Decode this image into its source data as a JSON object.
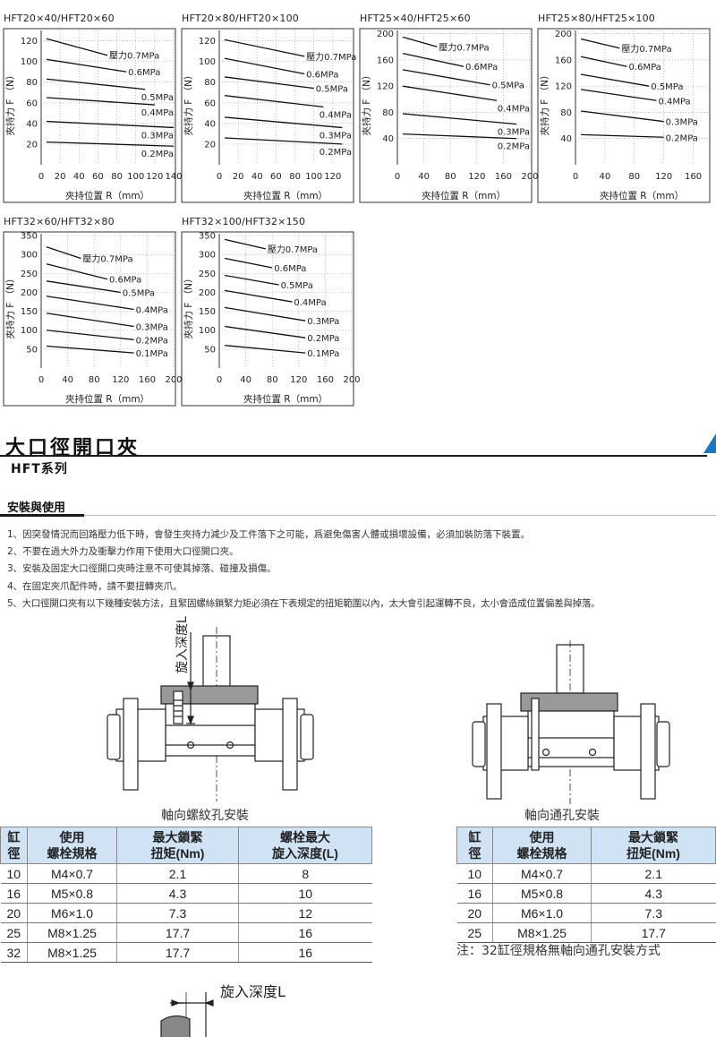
{
  "chart_data": [
    {
      "title": "HFT20×40/HFT20×60",
      "type": "line",
      "xlabel": "夾持位置 R（mm）",
      "ylabel": "夾持力 F （N）",
      "xticks": [
        0,
        20,
        40,
        60,
        80,
        100,
        120,
        140
      ],
      "yticks": [
        20,
        40,
        60,
        80,
        100,
        120
      ],
      "xlim": [
        0,
        140
      ],
      "ylim": [
        0,
        130
      ],
      "series": [
        {
          "name": "壓力0.7MPa",
          "x": [
            0,
            70
          ],
          "y": [
            122,
            106
          ]
        },
        {
          "name": "0.6MPa",
          "x": [
            0,
            90
          ],
          "y": [
            102,
            90
          ]
        },
        {
          "name": "0.5MPa",
          "x": [
            0,
            110
          ],
          "y": [
            83,
            73
          ]
        },
        {
          "name": "0.4MPa",
          "x": [
            0,
            120
          ],
          "y": [
            65,
            58
          ]
        },
        {
          "name": "0.3MPa",
          "x": [
            0,
            140
          ],
          "y": [
            42,
            36
          ]
        },
        {
          "name": "0.2MPa",
          "x": [
            0,
            140
          ],
          "y": [
            22,
            18
          ]
        }
      ]
    },
    {
      "title": "HFT20×80/HFT20×100",
      "type": "line",
      "xlabel": "夾持位置 R（mm）",
      "ylabel": "夾持力 F （N）",
      "xticks": [
        0,
        20,
        40,
        60,
        80,
        100,
        120
      ],
      "yticks": [
        20,
        40,
        60,
        80,
        100,
        120
      ],
      "xlim": [
        0,
        140
      ],
      "ylim": [
        0,
        130
      ],
      "series": [
        {
          "name": "壓力0.7MPa",
          "x": [
            0,
            90
          ],
          "y": [
            121,
            105
          ]
        },
        {
          "name": "0.6MPa",
          "x": [
            0,
            90
          ],
          "y": [
            103,
            88
          ]
        },
        {
          "name": "0.5MPa",
          "x": [
            0,
            100
          ],
          "y": [
            85,
            74
          ]
        },
        {
          "name": "0.4MPa",
          "x": [
            0,
            110
          ],
          "y": [
            67,
            56
          ]
        },
        {
          "name": "0.3MPa",
          "x": [
            0,
            130
          ],
          "y": [
            46,
            36
          ]
        },
        {
          "name": "0.2MPa",
          "x": [
            0,
            130
          ],
          "y": [
            26,
            20
          ]
        }
      ]
    },
    {
      "title": "HFT25×40/HFT25×60",
      "type": "line",
      "xlabel": "夾持位置 R（mm）",
      "ylabel": "夾持力 F （N）",
      "xticks": [
        0,
        40,
        80,
        120,
        160,
        200
      ],
      "yticks": [
        40,
        80,
        120,
        160,
        200
      ],
      "xlim": [
        0,
        200
      ],
      "ylim": [
        0,
        205
      ],
      "series": [
        {
          "name": "壓力0.7MPa",
          "x": [
            0,
            60
          ],
          "y": [
            195,
            180
          ]
        },
        {
          "name": "0.6MPa",
          "x": [
            0,
            100
          ],
          "y": [
            170,
            150
          ]
        },
        {
          "name": "0.5MPa",
          "x": [
            0,
            140
          ],
          "y": [
            145,
            122
          ]
        },
        {
          "name": "0.4MPa",
          "x": [
            0,
            150
          ],
          "y": [
            120,
            98
          ]
        },
        {
          "name": "0.3MPa",
          "x": [
            0,
            180
          ],
          "y": [
            78,
            62
          ]
        },
        {
          "name": "0.2MPa",
          "x": [
            0,
            180
          ],
          "y": [
            47,
            40
          ]
        }
      ]
    },
    {
      "title": "HFT25×80/HFT25×100",
      "type": "line",
      "xlabel": "夾持位置 R（mm）",
      "ylabel": "夾持力 F （N）",
      "xticks": [
        0,
        40,
        80,
        120,
        160
      ],
      "yticks": [
        40,
        80,
        120,
        160,
        200
      ],
      "xlim": [
        0,
        180
      ],
      "ylim": [
        0,
        205
      ],
      "series": [
        {
          "name": "壓力0.7MPa",
          "x": [
            0,
            60
          ],
          "y": [
            192,
            178
          ]
        },
        {
          "name": "0.6MPa",
          "x": [
            0,
            70
          ],
          "y": [
            165,
            150
          ]
        },
        {
          "name": "0.5MPa",
          "x": [
            0,
            100
          ],
          "y": [
            138,
            120
          ]
        },
        {
          "name": "0.4MPa",
          "x": [
            0,
            110
          ],
          "y": [
            115,
            98
          ]
        },
        {
          "name": "0.3MPa",
          "x": [
            0,
            120
          ],
          "y": [
            82,
            66
          ]
        },
        {
          "name": "0.2MPa",
          "x": [
            0,
            120
          ],
          "y": [
            46,
            42
          ]
        }
      ]
    },
    {
      "title": "HFT32×60/HFT32×80",
      "type": "line",
      "xlabel": "夾持位置 R（mm）",
      "ylabel": "夾持力 F （N）",
      "xticks": [
        0,
        40,
        80,
        120,
        160,
        200
      ],
      "yticks": [
        50,
        100,
        150,
        200,
        250,
        300,
        350
      ],
      "xlim": [
        0,
        200
      ],
      "ylim": [
        0,
        355
      ],
      "series": [
        {
          "name": "壓力0.7MPa",
          "x": [
            0,
            60
          ],
          "y": [
            320,
            290
          ]
        },
        {
          "name": "0.6MPa",
          "x": [
            0,
            100
          ],
          "y": [
            275,
            235
          ]
        },
        {
          "name": "0.5MPa",
          "x": [
            0,
            120
          ],
          "y": [
            230,
            200
          ]
        },
        {
          "name": "0.4MPa",
          "x": [
            0,
            140
          ],
          "y": [
            190,
            155
          ]
        },
        {
          "name": "0.3MPa",
          "x": [
            0,
            140
          ],
          "y": [
            145,
            110
          ]
        },
        {
          "name": "0.2MPa",
          "x": [
            0,
            140
          ],
          "y": [
            100,
            75
          ]
        },
        {
          "name": "0.1MPa",
          "x": [
            0,
            140
          ],
          "y": [
            58,
            40
          ]
        }
      ]
    },
    {
      "title": "HFT32×100/HFT32×150",
      "type": "line",
      "xlabel": "夾持位置 R（mm）",
      "ylabel": "夾持力 F （N）",
      "xticks": [
        0,
        40,
        80,
        120,
        160,
        200
      ],
      "yticks": [
        50,
        100,
        150,
        200,
        250,
        300,
        350
      ],
      "xlim": [
        0,
        200
      ],
      "ylim": [
        0,
        355
      ],
      "series": [
        {
          "name": "壓力0.7MPa",
          "x": [
            0,
            70
          ],
          "y": [
            340,
            315
          ]
        },
        {
          "name": "0.6MPa",
          "x": [
            0,
            80
          ],
          "y": [
            290,
            265
          ]
        },
        {
          "name": "0.5MPa",
          "x": [
            0,
            90
          ],
          "y": [
            245,
            220
          ]
        },
        {
          "name": "0.4MPa",
          "x": [
            0,
            110
          ],
          "y": [
            205,
            175
          ]
        },
        {
          "name": "0.3MPa",
          "x": [
            0,
            130
          ],
          "y": [
            160,
            125
          ]
        },
        {
          "name": "0.2MPa",
          "x": [
            0,
            130
          ],
          "y": [
            110,
            80
          ]
        },
        {
          "name": "0.1MPa",
          "x": [
            0,
            130
          ],
          "y": [
            60,
            40
          ]
        }
      ]
    }
  ],
  "header": {
    "title": "大口徑開口夾",
    "subtitle": "HFT系列",
    "section": "安裝與使用"
  },
  "rules": [
    "1、因突發情況而回路壓力低下時，會發生夾持力減少及工件落下之可能，爲避免傷害人體或損壞設備，必須加裝防落下裝置。",
    "2、不要在過大外力及衝擊力作用下使用大口徑開口夾。",
    "3、安裝及固定大口徑開口夾時注意不可使其掉落、碰撞及損傷。",
    "4、在固定夾爪配件時，請不要扭轉夾爪。",
    "5、大口徑開口夾有以下幾種安裝方法，且緊固螺絲鎖緊力矩必須在下表規定的扭矩範圍以內，太大會引起運轉不良，太小會造成位置偏差與掉落。"
  ],
  "drawing1": {
    "label": "旋入深度L",
    "caption": "軸向螺紋孔安裝"
  },
  "drawing2": {
    "caption": "軸向通孔安裝"
  },
  "table1": {
    "headers": [
      "缸\n徑",
      "使用\n螺栓規格",
      "最大鎖緊\n扭矩(Nm)",
      "螺栓最大\n旋入深度(L)"
    ],
    "rows": [
      [
        "10",
        "M4×0.7",
        "2.1",
        "8"
      ],
      [
        "16",
        "M5×0.8",
        "4.3",
        "10"
      ],
      [
        "20",
        "M6×1.0",
        "7.3",
        "12"
      ],
      [
        "25",
        "M8×1.25",
        "17.7",
        "16"
      ],
      [
        "32",
        "M8×1.25",
        "17.7",
        "16"
      ]
    ]
  },
  "table2": {
    "headers": [
      "缸\n徑",
      "使用\n螺栓規格",
      "最大鎖緊\n扭矩(Nm)"
    ],
    "rows": [
      [
        "10",
        "M4×0.7",
        "2.1"
      ],
      [
        "16",
        "M5×0.8",
        "4.3"
      ],
      [
        "20",
        "M6×1.0",
        "7.3"
      ],
      [
        "25",
        "M8×1.25",
        "17.7"
      ]
    ],
    "note": "注：32缸徑規格無軸向通孔安裝方式"
  },
  "bottom": {
    "label": "旋入深度L"
  }
}
